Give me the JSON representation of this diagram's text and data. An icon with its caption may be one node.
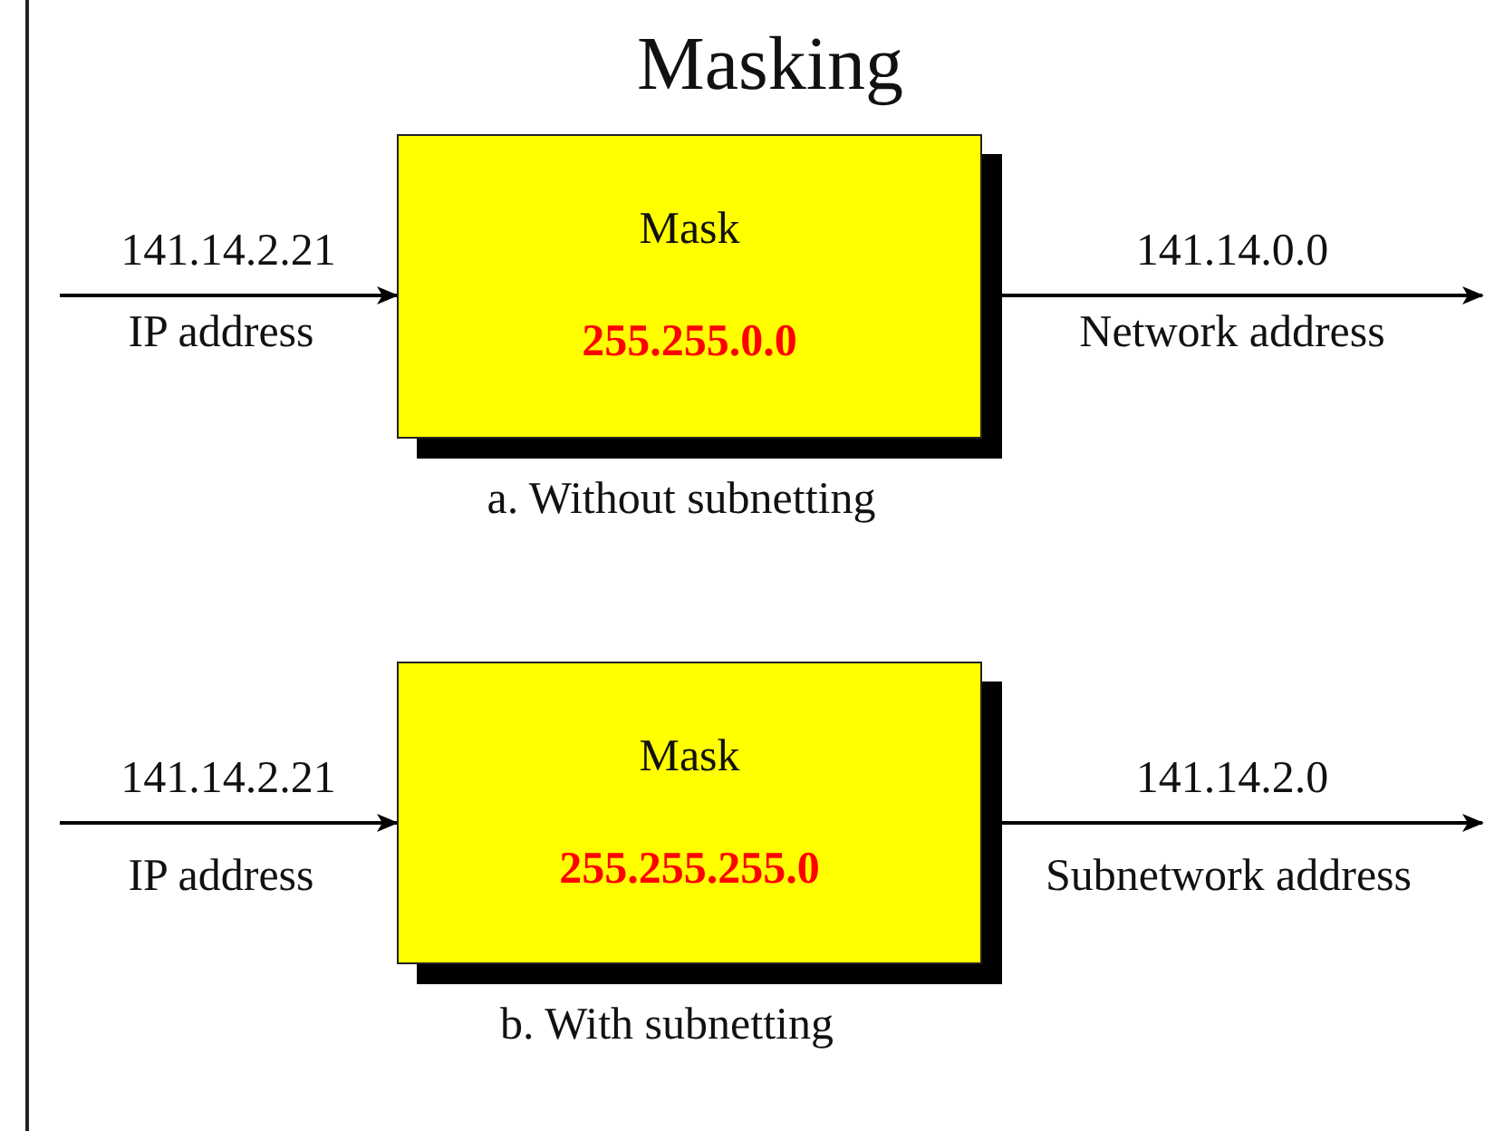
{
  "diagram": {
    "title": "Masking",
    "nodes": [
      {
        "text": [
          "Mask",
          "255.255.0.0"
        ],
        "beside": [
          "a. Without subnetting"
        ]
      },
      {
        "text": [
          "Mask",
          "255.255.255.0"
        ],
        "beside": [
          "b. With subnetting"
        ]
      }
    ],
    "edges": [
      {
        "from": null,
        "to": 0,
        "arrow": "to",
        "label": "141.14.2.21"
      },
      {
        "from": 0,
        "to": null,
        "arrow": "to",
        "label": "141.14.0.0"
      },
      {
        "from": null,
        "to": 1,
        "arrow": "to",
        "label": "141.14.2.21"
      },
      {
        "from": 1,
        "to": null,
        "arrow": "to",
        "label": "141.14.2.0"
      }
    ],
    "labels": [
      "IP address",
      "Network address",
      "IP address",
      "Subnetwork address"
    ]
  }
}
